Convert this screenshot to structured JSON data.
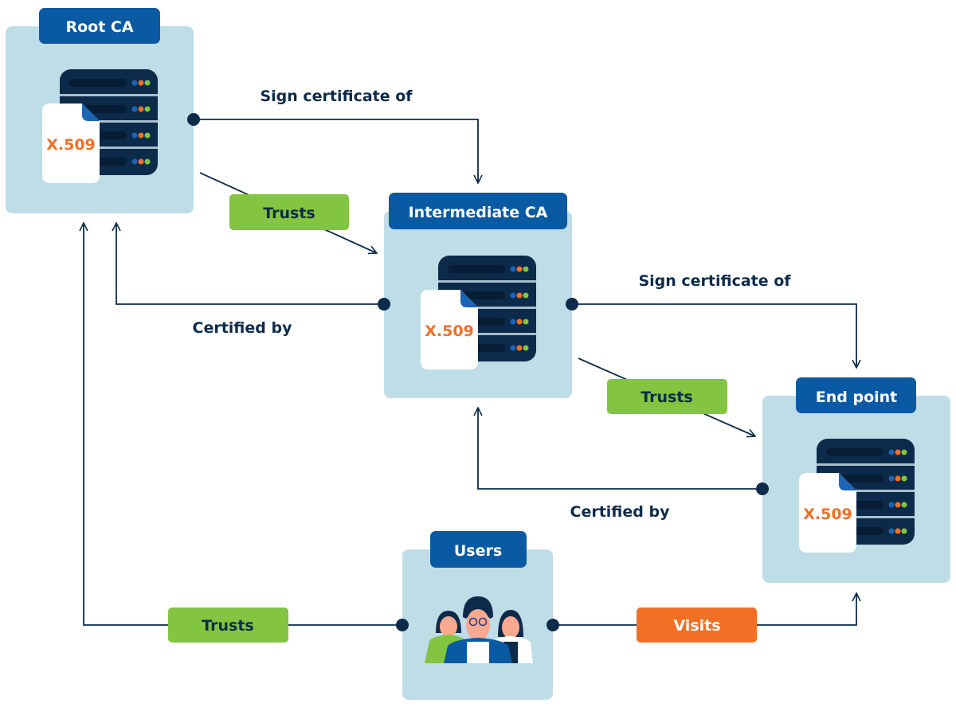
{
  "nodes": {
    "root_ca": {
      "title": "Root CA",
      "certificate": "X.509"
    },
    "intermediate_ca": {
      "title": "Intermediate CA",
      "certificate": "X.509"
    },
    "end_point": {
      "title": "End point",
      "certificate": "X.509"
    },
    "users": {
      "title": "Users"
    }
  },
  "edges": {
    "root_signs": "Sign certificate of",
    "root_trusts": "Trusts",
    "intermediate_certified_by": "Certified by",
    "intermediate_signs": "Sign certificate of",
    "intermediate_trusts": "Trusts",
    "endpoint_certified_by": "Certified by",
    "users_trusts": "Trusts",
    "users_visits": "Visits"
  },
  "colors": {
    "navy": "#0d2b4a",
    "header_blue": "#0a5aa3",
    "box_bg": "#bfdde6",
    "trusts_green": "#83c441",
    "visits_orange": "#f26f26"
  }
}
